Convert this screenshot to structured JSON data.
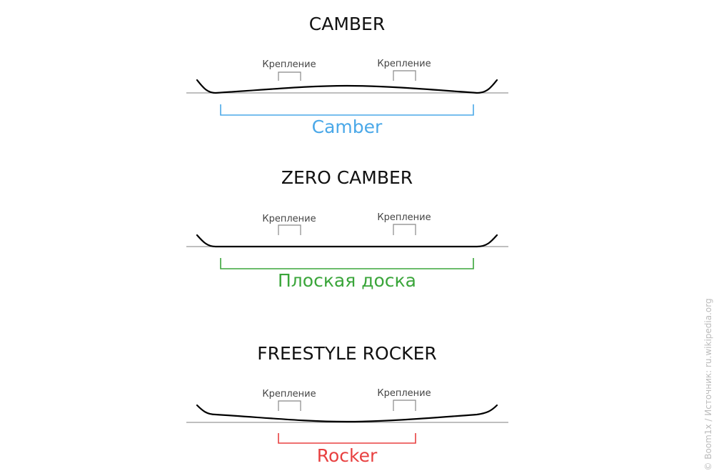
{
  "colors": {
    "camber": "#4aa8e8",
    "zero_camber": "#3aa53a",
    "rocker": "#e84040"
  },
  "sections": [
    {
      "title": "CAMBER",
      "binding_left": "Крепление",
      "binding_right": "Крепление",
      "profile_label": "Camber"
    },
    {
      "title": "ZERO CAMBER",
      "binding_left": "Крепление",
      "binding_right": "Крепление",
      "profile_label": "Плоская доска"
    },
    {
      "title": "FREESTYLE ROCKER",
      "binding_left": "Крепление",
      "binding_right": "Крепление",
      "profile_label": "Rocker"
    }
  ],
  "credit": "© Boom1x / Источник: ru.wikipedia.org"
}
